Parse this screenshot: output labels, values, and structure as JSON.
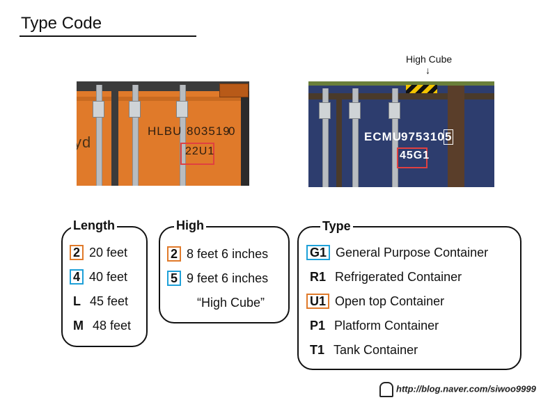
{
  "title": "Type Code",
  "photos": {
    "left": {
      "prefix": "HLBU",
      "number": "803519",
      "check": "0",
      "code": "22U1",
      "logo": "yd"
    },
    "right": {
      "prefix": "ECMU",
      "number": "975310",
      "check": "5",
      "code": "45G1",
      "annotation": "High Cube",
      "arrow": "↓"
    }
  },
  "length": {
    "title": "Length",
    "rows": [
      {
        "code": "2",
        "label": "20 feet",
        "highlight": "orange"
      },
      {
        "code": "4",
        "label": "40 feet",
        "highlight": "blue"
      },
      {
        "code": "L",
        "label": "45 feet",
        "highlight": "none"
      },
      {
        "code": "M",
        "label": "48 feet",
        "highlight": "none"
      }
    ]
  },
  "high": {
    "title": "High",
    "rows": [
      {
        "code": "2",
        "label": "8 feet 6 inches",
        "highlight": "orange"
      },
      {
        "code": "5",
        "label": "9 feet 6 inches",
        "highlight": "blue"
      }
    ],
    "note": "“High Cube”"
  },
  "type": {
    "title": "Type",
    "rows": [
      {
        "code": "G1",
        "label": "General Purpose Container",
        "highlight": "blue"
      },
      {
        "code": "R1",
        "label": "Refrigerated Container",
        "highlight": "none"
      },
      {
        "code": "U1",
        "label": "Open top Container",
        "highlight": "orange"
      },
      {
        "code": "P1",
        "label": "Platform Container",
        "highlight": "none"
      },
      {
        "code": "T1",
        "label": "Tank Container",
        "highlight": "none"
      }
    ]
  },
  "watermark": "http://blog.naver.com/siwoo9999",
  "colors": {
    "orange": "#e07a2a",
    "blue": "#1ea0d8",
    "code_box": "#e04040"
  }
}
